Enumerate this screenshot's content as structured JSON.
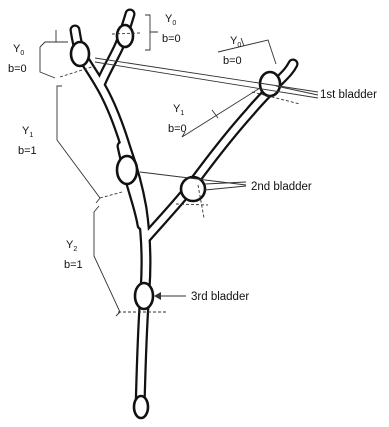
{
  "labels": {
    "y0_left": {
      "var": "Y",
      "sub": "0",
      "cond": "b=0"
    },
    "y0_top": {
      "var": "Y",
      "sub": "0",
      "cond": "b=0"
    },
    "y0_right": {
      "var": "Y",
      "sub": "0",
      "cond": "b=0"
    },
    "y1_right": {
      "var": "Y",
      "sub": "1",
      "cond": "b=0"
    },
    "y1_left": {
      "var": "Y",
      "sub": "1",
      "cond": "b=1"
    },
    "y2_left": {
      "var": "Y",
      "sub": "2",
      "cond": "b=1"
    }
  },
  "bladders": {
    "first": "1st bladder",
    "second": "2nd bladder",
    "third": "3rd bladder"
  }
}
